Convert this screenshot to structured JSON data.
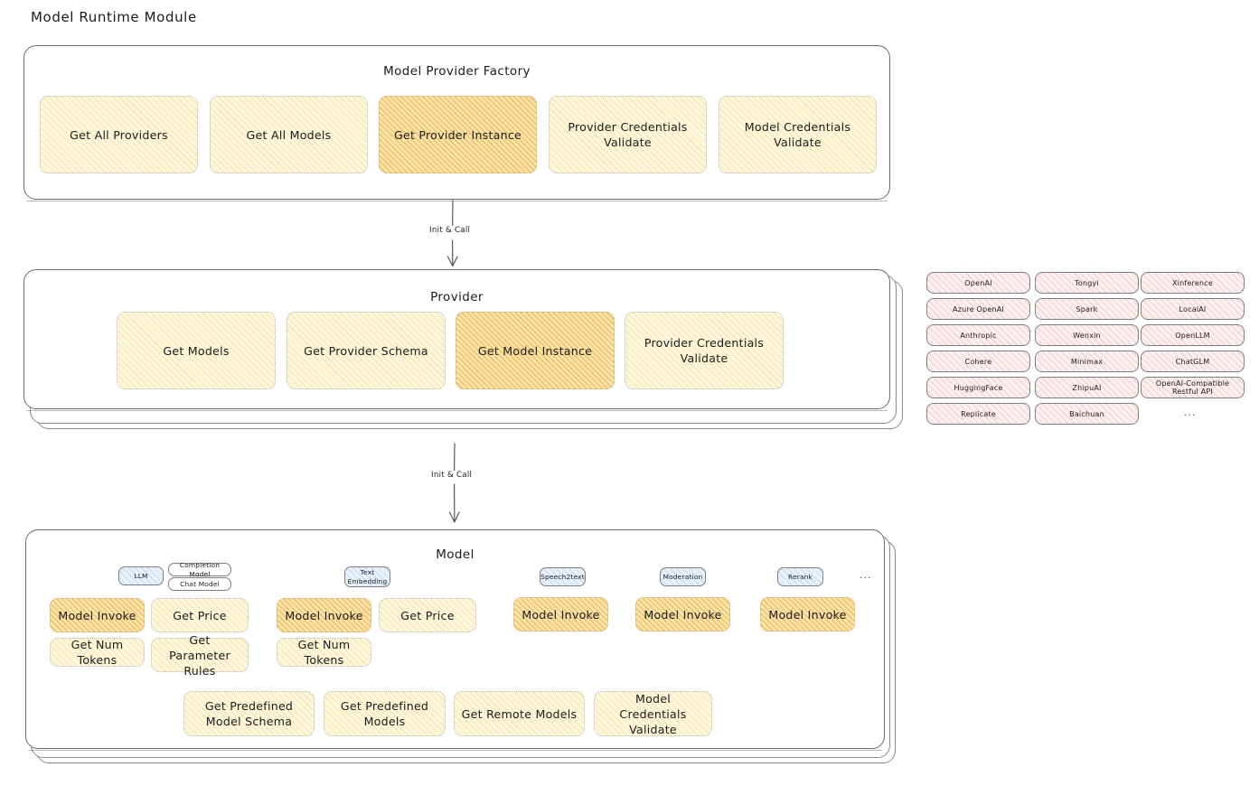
{
  "page": {
    "title": "Model Runtime Module"
  },
  "factory": {
    "title": "Model Provider Factory",
    "cards": [
      {
        "label": "Get All Providers",
        "highlighted": false
      },
      {
        "label": "Get All Models",
        "highlighted": false
      },
      {
        "label": "Get Provider Instance",
        "highlighted": true
      },
      {
        "label": "Provider Credentials Validate",
        "highlighted": false
      },
      {
        "label": "Model Credentials Validate",
        "highlighted": false
      }
    ]
  },
  "connector_top": {
    "label": "Init & Call"
  },
  "provider": {
    "title": "Provider",
    "cards": [
      {
        "label": "Get Models",
        "highlighted": false
      },
      {
        "label": "Get Provider Schema",
        "highlighted": false
      },
      {
        "label": "Get Model Instance",
        "highlighted": true
      },
      {
        "label": "Provider Credentials Validate",
        "highlighted": false
      }
    ]
  },
  "provider_list": {
    "column_1": [
      "OpenAI",
      "Azure OpenAI",
      "Anthropic",
      "Cohere",
      "HuggingFace",
      "Replicate"
    ],
    "column_2": [
      "Tongyi",
      "Spark",
      "Wenxin",
      "Minimax",
      "ZhipuAI",
      "Baichuan"
    ],
    "column_3": [
      "Xinference",
      "LocalAI",
      "OpenLLM",
      "ChatGLM",
      "OpenAI-Compatible Restful API"
    ],
    "more": "..."
  },
  "connector_bottom": {
    "label": "Init & Call"
  },
  "model": {
    "title": "Model",
    "more": "...",
    "types": [
      {
        "name": "LLM",
        "blue": true,
        "subtypes": [
          "Completion Model",
          "Chat Model"
        ],
        "methods": [
          {
            "label": "Model Invoke",
            "highlighted": true
          },
          {
            "label": "Get Price",
            "highlighted": false
          },
          {
            "label": "Get Num Tokens",
            "highlighted": false
          },
          {
            "label": "Get Parameter Rules",
            "highlighted": false
          }
        ]
      },
      {
        "name": "Text Embedding",
        "blue": true,
        "subtypes": [],
        "methods": [
          {
            "label": "Model Invoke",
            "highlighted": true
          },
          {
            "label": "Get Price",
            "highlighted": false
          },
          {
            "label": "Get Num Tokens",
            "highlighted": false
          }
        ]
      },
      {
        "name": "Speech2text",
        "blue": true,
        "subtypes": [],
        "methods": [
          {
            "label": "Model Invoke",
            "highlighted": true
          }
        ]
      },
      {
        "name": "Moderation",
        "blue": true,
        "subtypes": [],
        "methods": [
          {
            "label": "Model Invoke",
            "highlighted": true
          }
        ]
      },
      {
        "name": "Rerank",
        "blue": true,
        "subtypes": [],
        "methods": [
          {
            "label": "Model Invoke",
            "highlighted": true
          }
        ]
      }
    ],
    "common_methods": [
      {
        "label": "Get Predefined Model Schema"
      },
      {
        "label": "Get Predefined Models"
      },
      {
        "label": "Get Remote Models"
      },
      {
        "label": "Model Credentials Validate"
      }
    ]
  },
  "colors": {
    "amber_light": "#fdf6e0",
    "amber_highlight": "#fbe4b0",
    "pink": "#fdf0f0",
    "blue": "#e8f2fb",
    "stroke": "#6b6b70",
    "text": "#1e1e1e"
  }
}
